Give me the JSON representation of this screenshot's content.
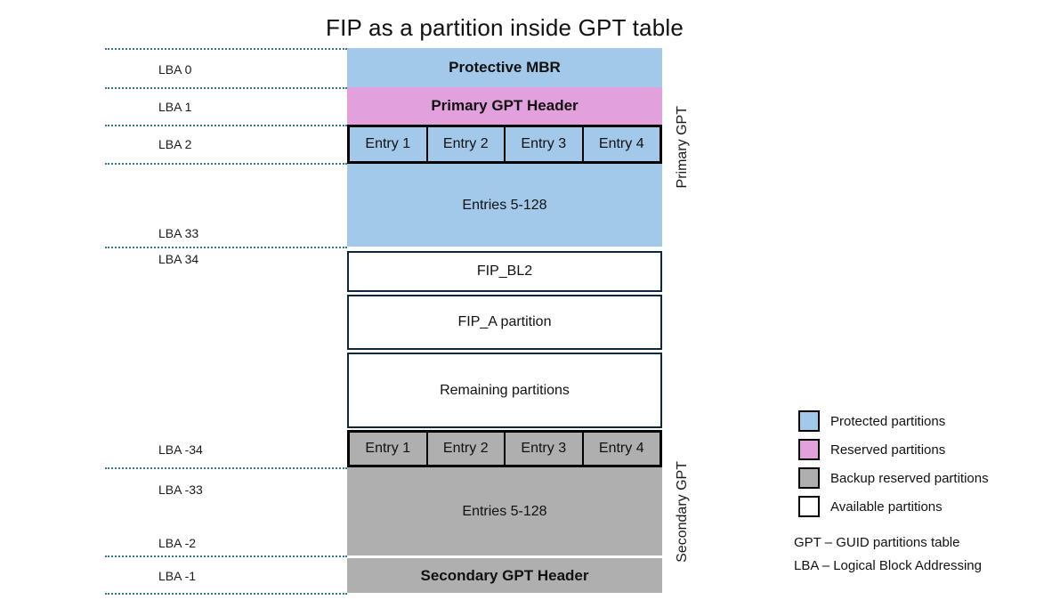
{
  "title": "FIP as a partition inside GPT table",
  "lba_labels": [
    "LBA 0",
    "LBA 1",
    "LBA 2",
    "LBA 33",
    "LBA 34",
    "LBA -34",
    "LBA -33",
    "LBA -2",
    "LBA -1"
  ],
  "blocks": {
    "protective_mbr": "Protective MBR",
    "primary_gpt_header": "Primary GPT Header",
    "primary_entries": [
      "Entry 1",
      "Entry 2",
      "Entry 3",
      "Entry 4"
    ],
    "primary_entries_rest": "Entries 5-128",
    "fip_bl2": "FIP_BL2",
    "fip_a": "FIP_A partition",
    "remaining": "Remaining partitions",
    "secondary_entries": [
      "Entry 1",
      "Entry 2",
      "Entry 3",
      "Entry 4"
    ],
    "secondary_entries_rest": "Entries 5-128",
    "secondary_gpt_header": "Secondary GPT Header"
  },
  "side_labels": {
    "primary": "Primary GPT",
    "secondary": "Secondary GPT"
  },
  "legend": {
    "items": [
      {
        "label": "Protected partitions",
        "color": "#A3C9EA"
      },
      {
        "label": "Reserved partitions",
        "color": "#E2A0DC"
      },
      {
        "label": "Backup reserved partitions",
        "color": "#AFAFAF"
      },
      {
        "label": "Available partitions",
        "color": "#FFFFFF"
      }
    ]
  },
  "footnotes": [
    "GPT – GUID partitions table",
    "LBA – Logical Block Addressing"
  ],
  "colors": {
    "protected": "#A3C9EA",
    "reserved": "#E2A0DC",
    "backup_reserved": "#AFAFAF",
    "available": "#FFFFFF",
    "dotted_line": "#2E7B93",
    "partition_border": "#0E2840",
    "entry_border": "#000000"
  }
}
